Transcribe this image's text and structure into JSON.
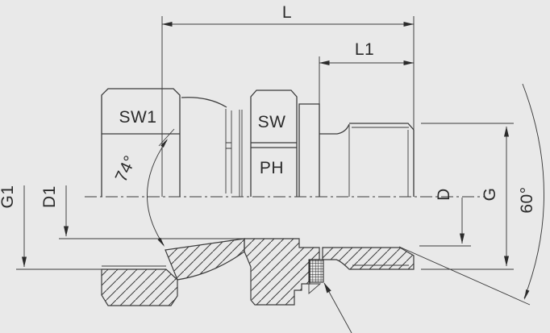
{
  "drawing": {
    "background_color": "#e9e9e9",
    "line_color": "#3c3c3c",
    "dim_labels": {
      "L": "L",
      "L1": "L1",
      "SW1": "SW1",
      "SW": "SW",
      "PH": "PH",
      "G1": "G1",
      "D1": "D1",
      "D": "D",
      "G": "G",
      "angle_cone": "74°",
      "angle_seat": "60°"
    }
  }
}
